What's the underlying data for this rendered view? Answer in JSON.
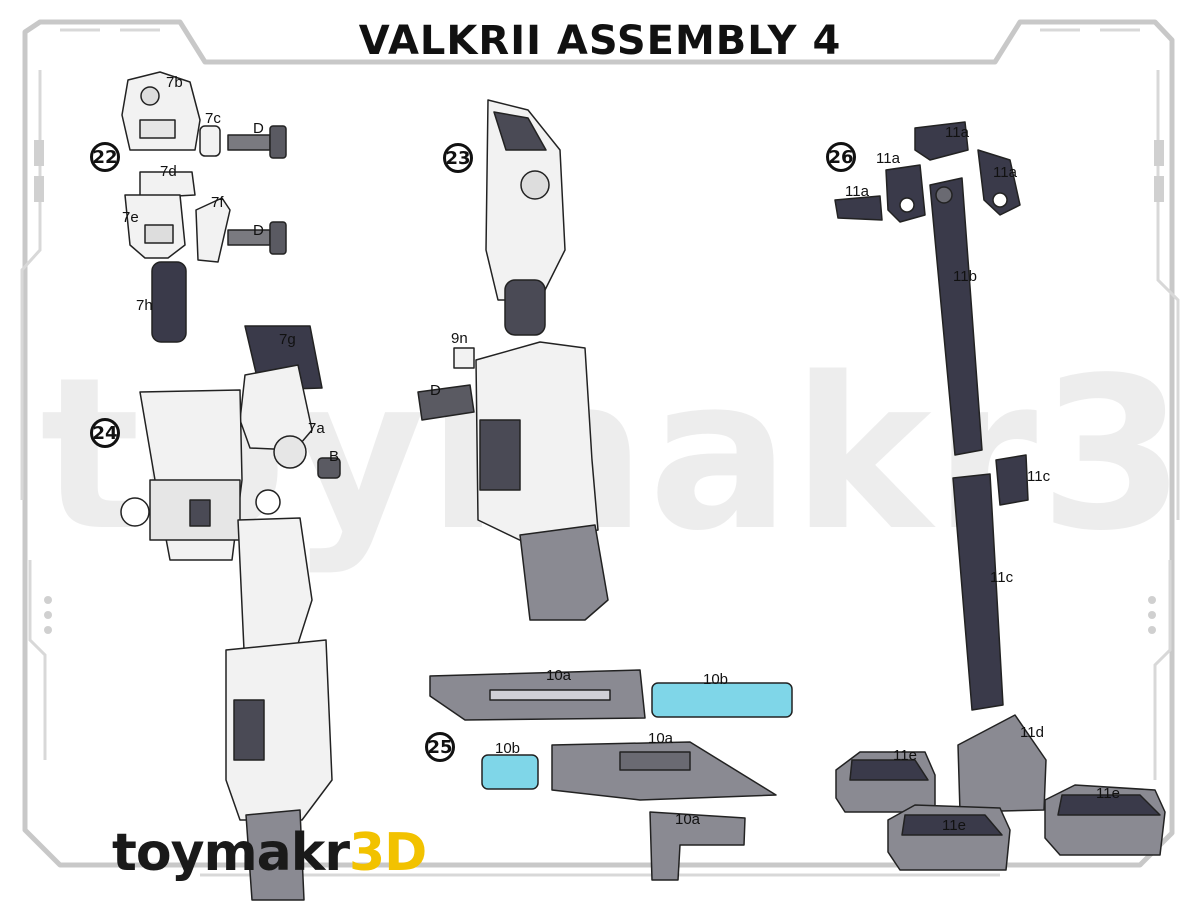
{
  "title": "VALKRII ASSEMBLY 4",
  "watermark": "toymakr3D",
  "brand": {
    "prefix": "toym",
    "accent_text": "3D",
    "middle": "akr",
    "accent_color": "#f2c200",
    "dark_color": "#1a1a1a"
  },
  "steps": {
    "s22": "22",
    "s23": "23",
    "s24": "24",
    "s25": "25",
    "s26": "26"
  },
  "labels": {
    "p7b": "7b",
    "p7c": "7c",
    "pD1": "D",
    "p7d": "7d",
    "p7e": "7e",
    "p7f": "7f",
    "pD2": "D",
    "p7h": "7h",
    "p7g": "7g",
    "p7a": "7a",
    "pB": "B",
    "p9n": "9n",
    "pD3": "D",
    "p10a_top": "10a",
    "p10b_top": "10b",
    "p10b_bot": "10b",
    "p10a_mid": "10a",
    "p10a_bot": "10a",
    "p11a_1": "11a",
    "p11a_2": "11a",
    "p11a_3": "11a",
    "p11a_4": "11a",
    "p11b": "11b",
    "p11c_1": "11c",
    "p11c_2": "11c",
    "p11d": "11d",
    "p11e_1": "11e",
    "p11e_2": "11e",
    "p11e_3": "11e"
  },
  "colors": {
    "frame": "#c8c8c8",
    "part_light": "#f2f2f2",
    "part_dark": "#3a3a4a",
    "part_gray": "#8a8a92",
    "part_cyan": "#7fd6e8"
  }
}
